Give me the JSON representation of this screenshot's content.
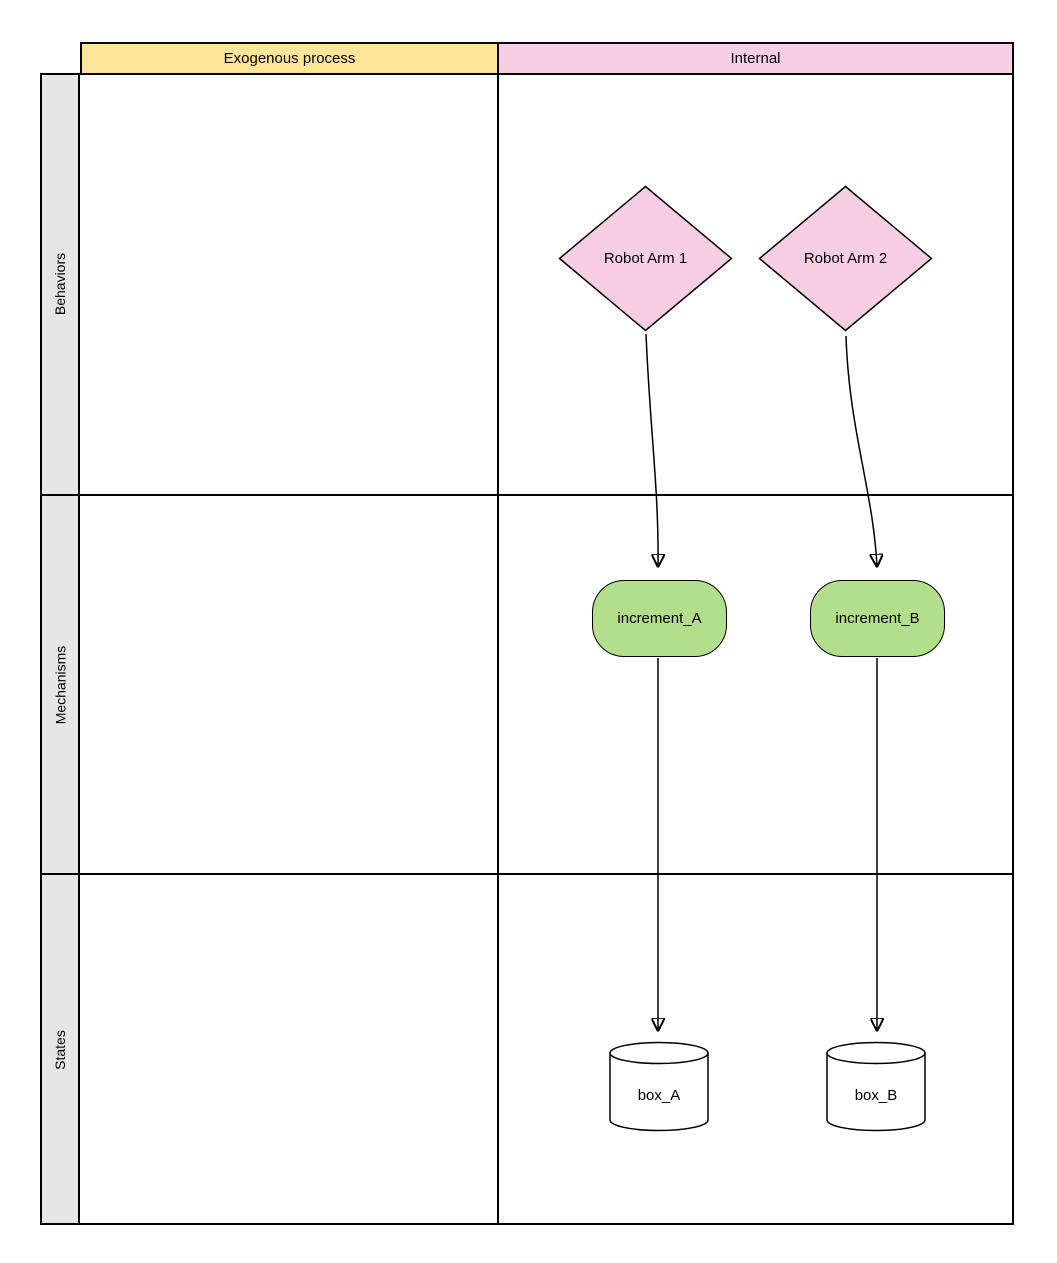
{
  "matrix": {
    "column_headers": [
      {
        "label": "Exogenous process"
      },
      {
        "label": "Internal"
      }
    ],
    "row_headers": [
      {
        "label": "Behaviors"
      },
      {
        "label": "Mechanisms"
      },
      {
        "label": "States"
      }
    ]
  },
  "nodes": {
    "robot_arm_1": {
      "label": "Robot Arm 1",
      "type": "decision-diamond",
      "row": "Behaviors",
      "column": "Internal"
    },
    "robot_arm_2": {
      "label": "Robot Arm 2",
      "type": "decision-diamond",
      "row": "Behaviors",
      "column": "Internal"
    },
    "increment_a": {
      "label": "increment_A",
      "type": "rounded-process",
      "row": "Mechanisms",
      "column": "Internal"
    },
    "increment_b": {
      "label": "increment_B",
      "type": "rounded-process",
      "row": "Mechanisms",
      "column": "Internal"
    },
    "box_a": {
      "label": "box_A",
      "type": "datastore-cylinder",
      "row": "States",
      "column": "Internal"
    },
    "box_b": {
      "label": "box_B",
      "type": "datastore-cylinder",
      "row": "States",
      "column": "Internal"
    }
  },
  "edges": [
    {
      "from": "Robot Arm 1",
      "to": "increment_A"
    },
    {
      "from": "Robot Arm 2",
      "to": "increment_B"
    },
    {
      "from": "increment_A",
      "to": "box_A"
    },
    {
      "from": "increment_B",
      "to": "box_B"
    }
  ],
  "colors": {
    "header_yellow": "#ffe599",
    "header_pink": "#f8cee4",
    "diamond_pink": "#f8cee4",
    "process_green": "#b3de8c",
    "cylinder_white": "#ffffff",
    "row_header_gray": "#e6e6e6",
    "stroke": "#000000"
  }
}
